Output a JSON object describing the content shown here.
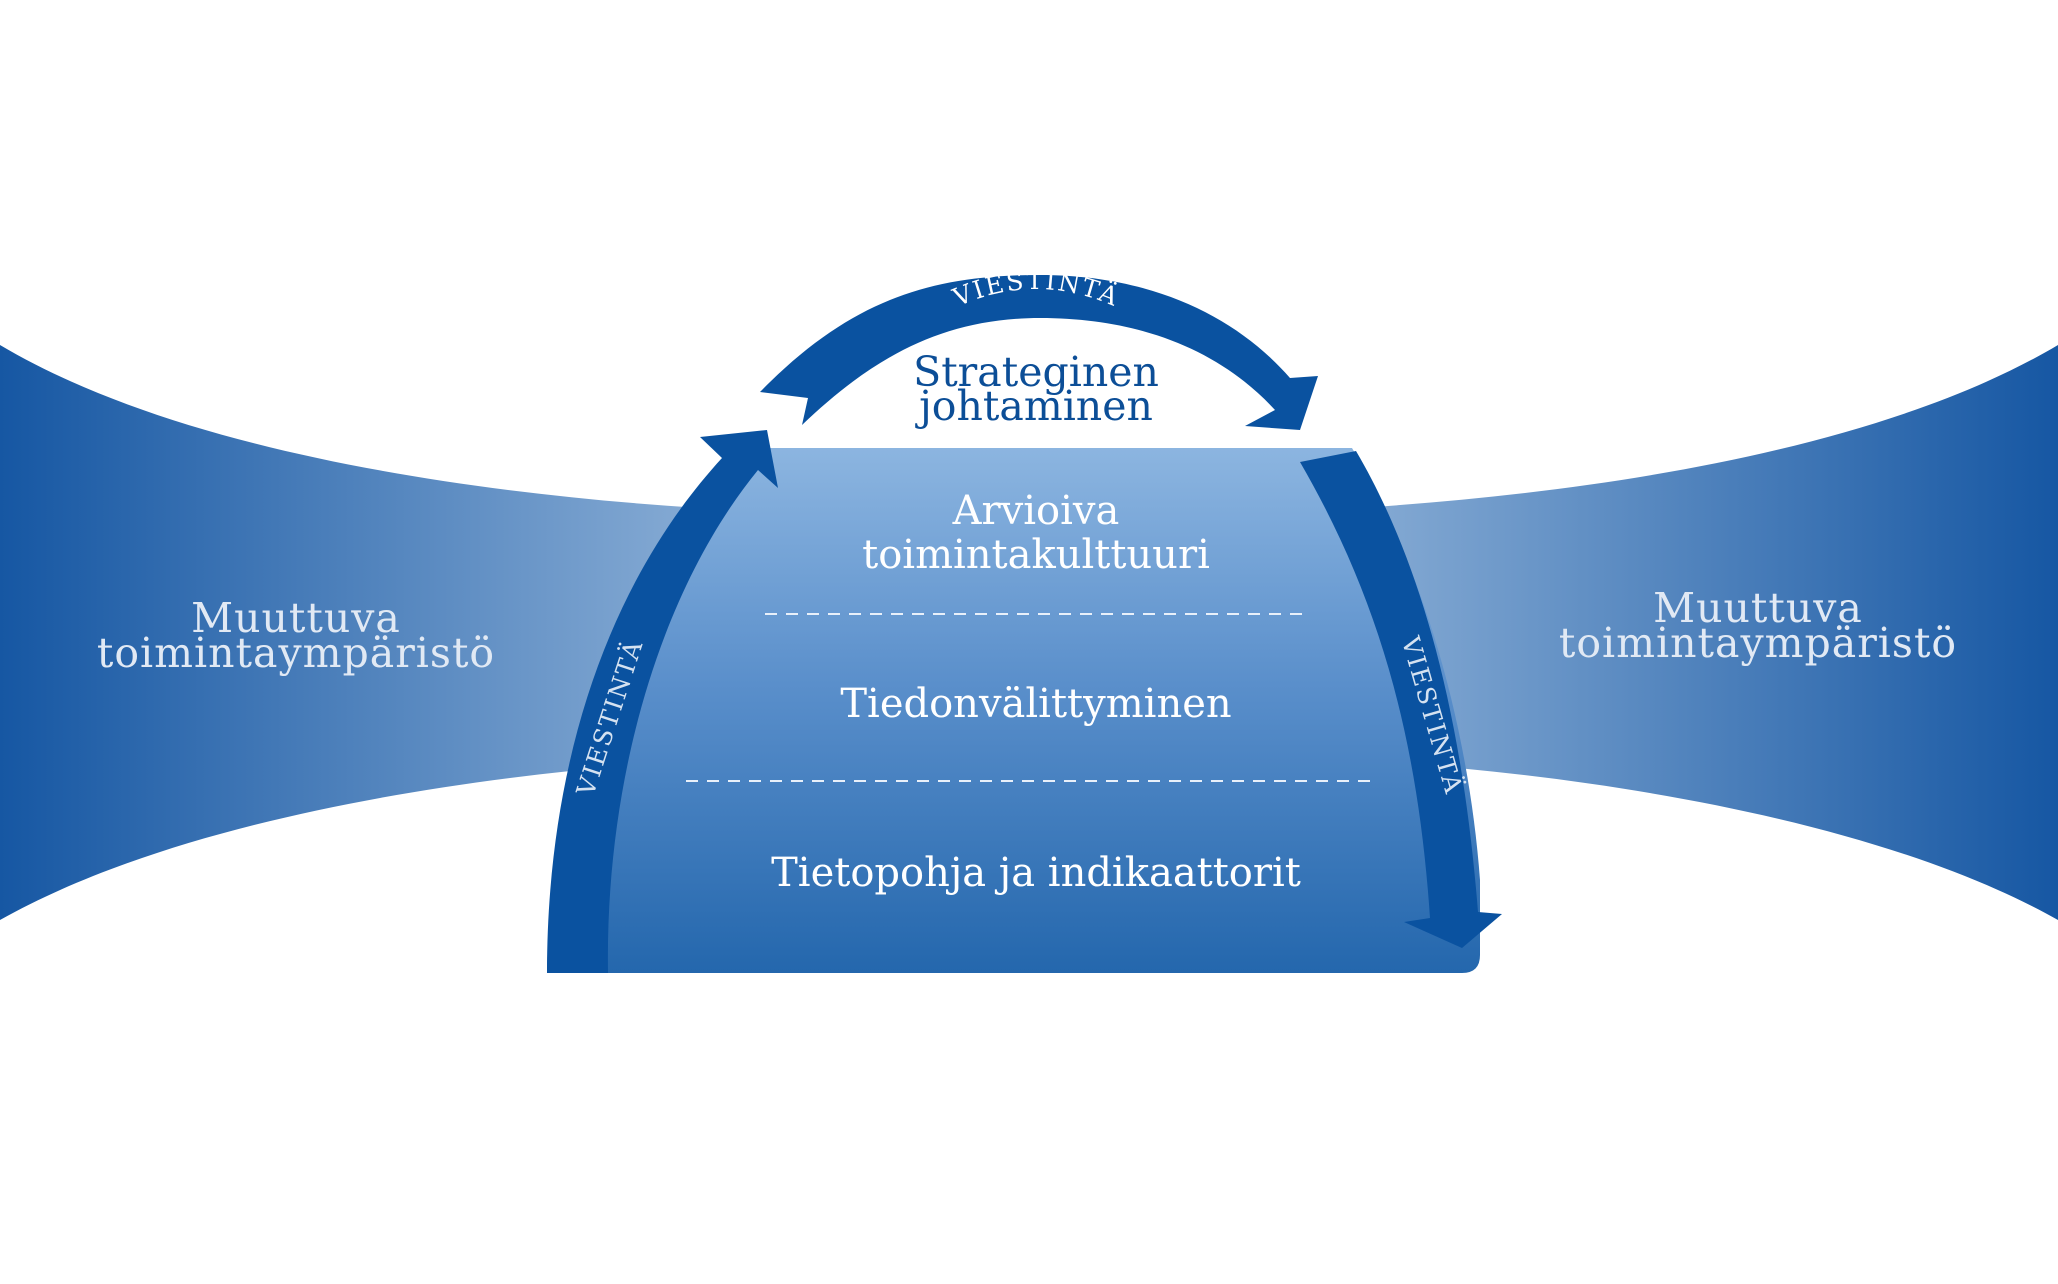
{
  "environment": {
    "left": {
      "line1": "Muuttuva",
      "line2": "toimintaympäristö"
    },
    "right": {
      "line1": "Muuttuva",
      "line2": "toimintaympäristö"
    }
  },
  "top": {
    "line1": "Strateginen",
    "line2": "johtaminen"
  },
  "layers": {
    "upper": {
      "line1": "Arvioiva",
      "line2": "toimintakulttuuri"
    },
    "middle": "Tiedonvälittyminen",
    "lower": "Tietopohja ja indikaattorit"
  },
  "arrows": {
    "top_label": "VIESTINTÄ",
    "left_label": "VIESTINTÄ",
    "right_label": "VIESTINTÄ"
  },
  "colors": {
    "arrow": "#0a52a0",
    "dome_top": "#8ab3df",
    "dome_bottom": "#2568ad",
    "band_edge": "#1657a3",
    "band_center": "#7ea6d1"
  }
}
